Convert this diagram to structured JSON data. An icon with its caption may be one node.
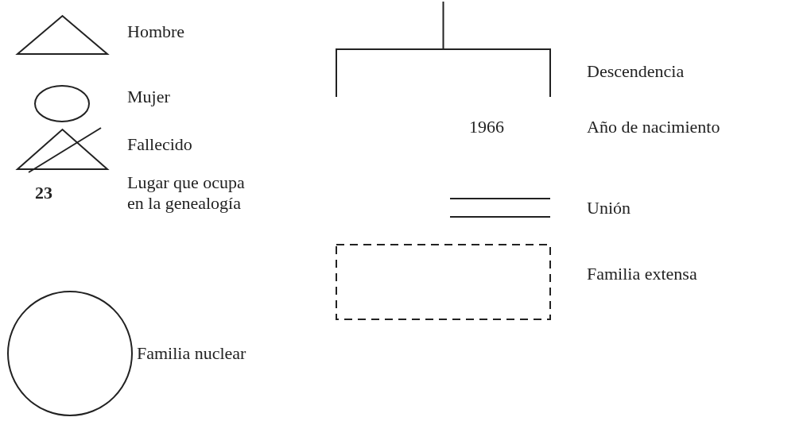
{
  "diagram": {
    "nodes": [
      {
        "text": [],
        "shape": "triangle"
      },
      {
        "text": [],
        "shape": "ellipse"
      },
      {
        "text": [],
        "shape": "triangle"
      },
      {
        "text": [],
        "shape": "circle"
      },
      {
        "text": [],
        "shape": "bracket"
      },
      {
        "text": [],
        "shape": "line"
      },
      {
        "text": [],
        "shape": "box"
      }
    ],
    "labels": [
      "23",
      "1966"
    ],
    "legend": [
      {
        "text": "Hombre"
      },
      {
        "text": "Mujer"
      },
      {
        "text": "Fallecido"
      },
      {
        "text": "Lugar que ocupa en la genealogía"
      },
      {
        "text": "Familia nuclear"
      },
      {
        "text": "Descendencia"
      },
      {
        "text": "Año de nacimiento"
      },
      {
        "text": "Unión"
      },
      {
        "text": "Familia extensa"
      }
    ]
  }
}
